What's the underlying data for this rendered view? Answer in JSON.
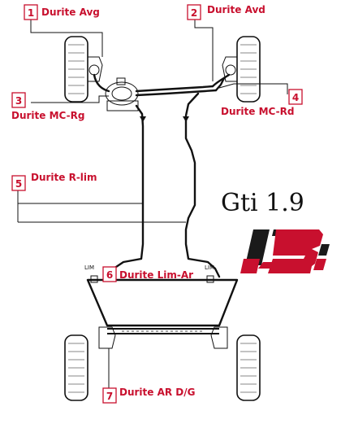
{
  "title": "Gti 1.9",
  "colors": {
    "accent": "#c8102e",
    "line": "#111111",
    "logo_red": "#c8102e",
    "logo_dark": "#1a1a1a"
  },
  "callouts": [
    {
      "num": "1",
      "label": "Durite Avg"
    },
    {
      "num": "2",
      "label": "Durite Avd"
    },
    {
      "num": "3",
      "label": "Durite MC-Rg"
    },
    {
      "num": "4",
      "label": "Durite MC-Rd"
    },
    {
      "num": "5",
      "label": "Durite R-lim"
    },
    {
      "num": "6",
      "label": "Durite Lim-Ar"
    },
    {
      "num": "7",
      "label": "Durite AR D/G"
    }
  ],
  "lim_labels": [
    "LIM",
    "LIM"
  ],
  "logo": {
    "type": "emblem",
    "shape": "ibc-stylized-letters"
  }
}
